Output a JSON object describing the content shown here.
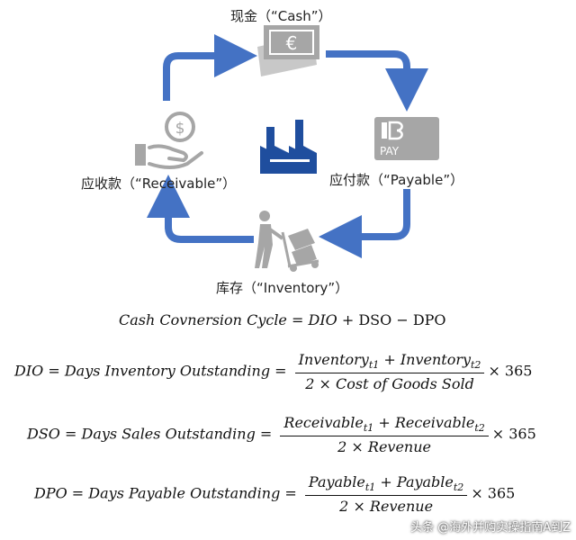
{
  "diagram": {
    "labels": {
      "cash": "现金（“Cash”）",
      "payable": "应付款（“Payable”）",
      "inventory": "库存（“Inventory”）",
      "receivable": "应收款（“Receivable”）"
    },
    "icons": {
      "cash": "euro-banknote-icon",
      "payable": "pay-card-icon",
      "inventory": "person-pushing-boxes-icon",
      "receivable": "hand-coin-icon",
      "center": "factory-icon"
    },
    "colors": {
      "arrow": "#4472c4",
      "icon_gray": "#a6a6a6",
      "factory": "#1f4e9e"
    },
    "cash_symbol": "€",
    "pay_text": "PAY",
    "coin_symbol": "$"
  },
  "formulas": {
    "ccc": {
      "lhs": "Cash Covnersion Cycle",
      "eq": " = ",
      "dio": "DIO",
      "plus": " + ",
      "dso": "DSO",
      "minus": " − ",
      "dpo": "DPO"
    },
    "dio": {
      "lhs": "DIO = Days Inventory Outstanding = ",
      "num_a": "Inventory",
      "sub_a": "t1",
      "plus": " + ",
      "num_b": "Inventory",
      "sub_b": "t2",
      "den": "2 × Cost of Goods Sold",
      "mult": "× 365"
    },
    "dso": {
      "lhs": "DSO = Days Sales Outstanding = ",
      "num_a": "Receivable",
      "sub_a": "t1",
      "plus": " + ",
      "num_b": "Receivable",
      "sub_b": "t2",
      "den": "2 × Revenue",
      "mult": "× 365"
    },
    "dpo": {
      "lhs": "DPO = Days Payable Outstanding = ",
      "num_a": "Payable",
      "sub_a": "t1",
      "plus": " + ",
      "num_b": "Payable",
      "sub_b": "t2",
      "den": "2 × Revenue",
      "mult": "× 365"
    }
  },
  "watermark": "头条 @海外并购实操指南A到Z"
}
